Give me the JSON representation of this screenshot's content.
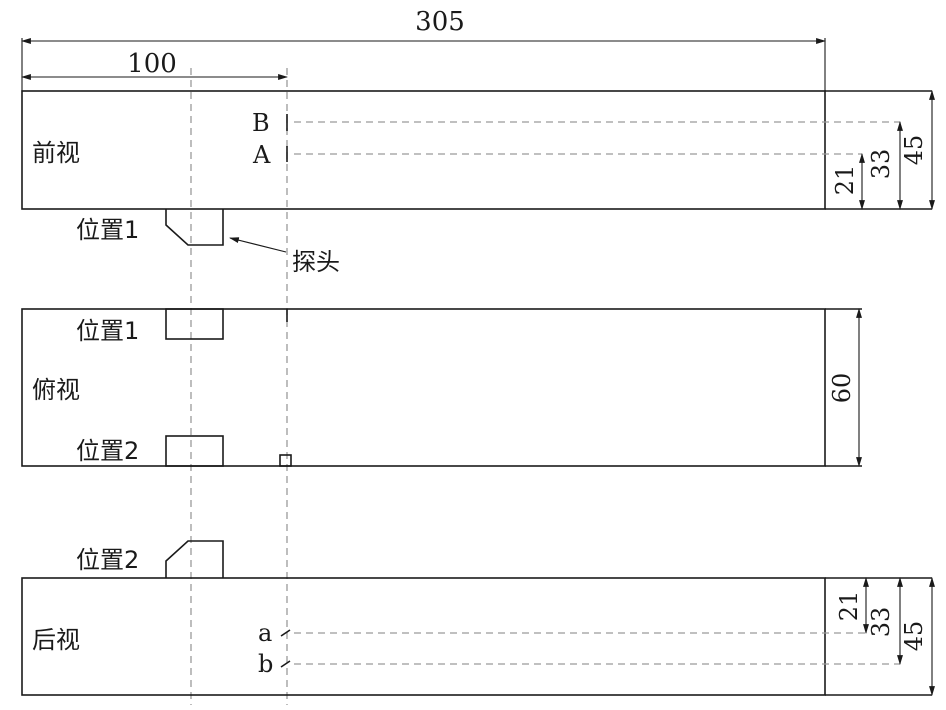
{
  "dimensions": {
    "total_length": "305",
    "probe_offset": "100",
    "front_height": "45",
    "front_b_depth": "33",
    "front_a_depth": "21",
    "top_width": "60",
    "back_a_depth": "21",
    "back_b_depth": "33",
    "back_height": "45"
  },
  "views": {
    "front": "前视",
    "top": "俯视",
    "back": "后视"
  },
  "positions": {
    "pos1_front": "位置1",
    "pos1_top": "位置1",
    "pos2_top": "位置2",
    "pos2_back": "位置2"
  },
  "labels": {
    "probe": "探头",
    "B": "B",
    "A": "A",
    "a": "a",
    "b": "b"
  },
  "colors": {
    "line": "#1a1a1a",
    "dashed": "#9a9a9a"
  }
}
